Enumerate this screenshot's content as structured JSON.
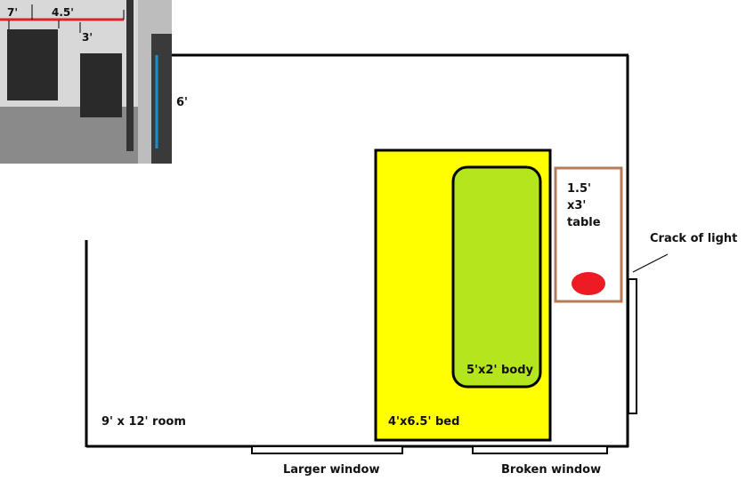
{
  "photo": {
    "label_top_left": "7'",
    "label_width": "4.5'",
    "label_window": "3'",
    "label_height": "6'"
  },
  "room": {
    "label": "9' x 12' room"
  },
  "bed": {
    "label": "4'x6.5' bed",
    "color": "#ffff00"
  },
  "body": {
    "label": "5'x2' body",
    "color": "#b5e61d"
  },
  "table": {
    "line1": "1.5'",
    "line2": "x3'",
    "line3": "table",
    "color": "#b97a57"
  },
  "stain": {
    "color": "#ed1c24"
  },
  "annotations": {
    "crack": "Crack of light",
    "larger_window": "Larger window",
    "broken_window": "Broken window"
  }
}
